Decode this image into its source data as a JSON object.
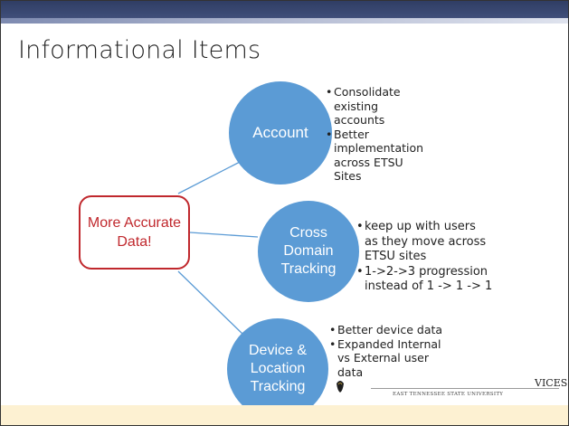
{
  "slide": {
    "title": "Informational Items",
    "center": {
      "label": "More Accurate Data!",
      "color": "#c0282d"
    },
    "accent_color": "#5b9bd5",
    "nodes": [
      {
        "label": "Account",
        "bullets": [
          "Consolidate existing accounts",
          "Better implementation across ETSU Sites"
        ]
      },
      {
        "label": "Cross Domain Tracking",
        "bullets": [
          "keep up with users as they move across ETSU sites",
          "1->2->3 progression instead of 1 -> 1 -> 1"
        ]
      },
      {
        "label": "Device & Location Tracking",
        "bullets": [
          "Better device data",
          "Expanded Internal vs External user data"
        ]
      }
    ]
  },
  "footer": {
    "logo_text": "VICES",
    "university": "EAST TENNESSEE STATE UNIVERSITY"
  }
}
